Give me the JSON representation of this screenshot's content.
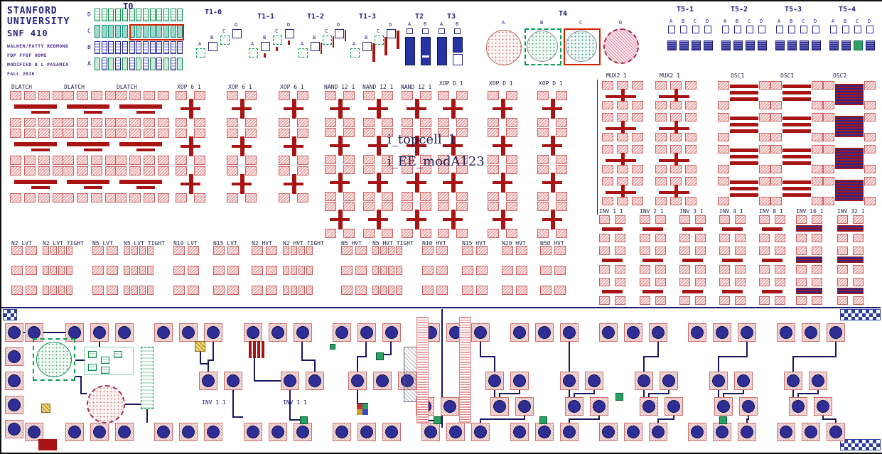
{
  "colors": {
    "navy": "#23238a",
    "red": "#a81414",
    "green": "#00a050",
    "teal": "#2aa062",
    "pink": "#e8a0a0",
    "gold": "#c9a227",
    "wire": "#16165e",
    "highlight_red": "#d22000"
  },
  "header": {
    "org_line1": "STANFORD",
    "org_line2": "UNIVERSITY",
    "chip_id": "SNF 410",
    "notes": [
      "WALKER/PATTY REDMOND",
      "FDP FF6F HOME",
      "MODIFIED B L PASAMIA",
      "FALL 2016"
    ]
  },
  "overlay": {
    "instance_label": "i_topcell_1",
    "module_label": "i_EE_modA123"
  },
  "top_structures": {
    "t0": {
      "label": "T0",
      "row_labels": [
        "D",
        "C",
        "B",
        "A"
      ]
    },
    "t1_groups": [
      {
        "label": "T1-0"
      },
      {
        "label": "T1-1"
      },
      {
        "label": "T1-2"
      },
      {
        "label": "T1-3"
      }
    ],
    "t1_letters": [
      "A",
      "B",
      "C",
      "D"
    ],
    "t2": {
      "label": "T2",
      "letters": [
        "A",
        "B"
      ]
    },
    "t3": {
      "label": "T3",
      "letters": [
        "A",
        "B"
      ]
    },
    "t4": {
      "label": "T4",
      "letters": [
        "A",
        "B",
        "C",
        "D"
      ]
    },
    "t5_groups": [
      {
        "label": "T5-1"
      },
      {
        "label": "T5-2"
      },
      {
        "label": "T5-3"
      },
      {
        "label": "T5-4"
      }
    ],
    "t5_letters": [
      "A",
      "B",
      "C",
      "D"
    ]
  },
  "cell_arrays": {
    "dlatch_labels": [
      "DLATCH",
      "DLATCH",
      "DLATCH"
    ],
    "xop_labels": [
      "XOP 6 1",
      "XOP 6 1",
      "XOP 6 1"
    ],
    "nand_labels": [
      "NAND 12 1",
      "NAND 12 1",
      "NAND 12 1"
    ],
    "xopd_labels": [
      "XOP D 1",
      "XOP D 1",
      "XOP D 1"
    ],
    "mux_labels": [
      "MUX2 1",
      "MUX2 1"
    ],
    "osc_labels": [
      "OSC1",
      "OSC1",
      "OSC2"
    ],
    "inv_labels": [
      "INV 1 1",
      "INV 2 1",
      "INV 3 1",
      "INV 4 1",
      "INV 8 1",
      "INV 16 1",
      "INV 32 1"
    ],
    "nmos_labels": [
      "N2 LVT",
      "N2 LVT TIGHT",
      "N5 LVT",
      "N5 LVT TIGHT",
      "N10 LVT",
      "N15 LVT",
      "N2 HVT",
      "N2 HVT TIGHT",
      "N5 HVT",
      "N5 HVT TIGHT",
      "N10 HVT",
      "N15 HVT",
      "N20 HVT",
      "N50 HVT"
    ]
  },
  "pad_ring": {
    "inv_labels": [
      "INV 1 1",
      "INV 1 1"
    ]
  }
}
